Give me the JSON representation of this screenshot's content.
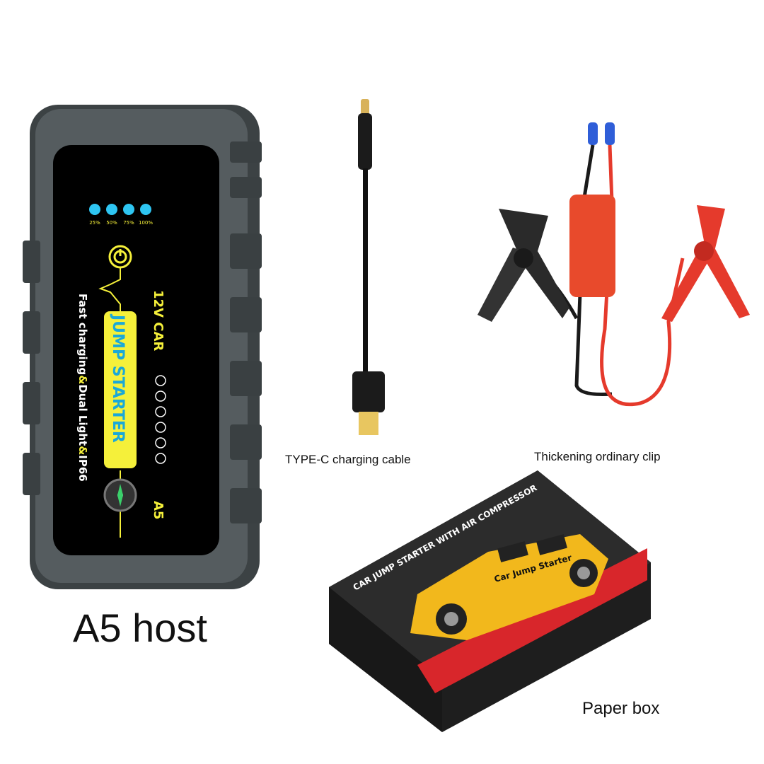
{
  "items": {
    "host": {
      "caption": "A5 host",
      "battery_levels": [
        "25%",
        "50%",
        "75%",
        "100%"
      ],
      "voltage_text": "12V CAR",
      "product_text": "JUMP STARTER",
      "feature_text_1": "Fast charging",
      "feature_amp_1": "&",
      "feature_text_2": "Dual Light",
      "feature_amp_2": "&",
      "feature_text_3": "IP66",
      "model_text": "A5",
      "icons": [
        "power-icon",
        "compass-icon"
      ],
      "colors": {
        "body": "#4a5052",
        "panel": "#000000",
        "accent": "#f5f03a",
        "led": "#2ec5f2"
      }
    },
    "cable": {
      "caption": "TYPE-C charging cable"
    },
    "clip": {
      "caption": "Thickening ordinary clip",
      "colors": {
        "black_clamp": "#2a2a2a",
        "red_clamp": "#e53a2c",
        "ec5_connector": "#2f5ed8"
      }
    },
    "box": {
      "caption": "Paper box",
      "title_text": "CAR JUMP STARTER WITH AIR COMPRESSOR",
      "car_text": "Car Jump Starter",
      "colors": {
        "box": "#262626",
        "stripe": "#d8262b",
        "car": "#f2b81c"
      }
    }
  }
}
